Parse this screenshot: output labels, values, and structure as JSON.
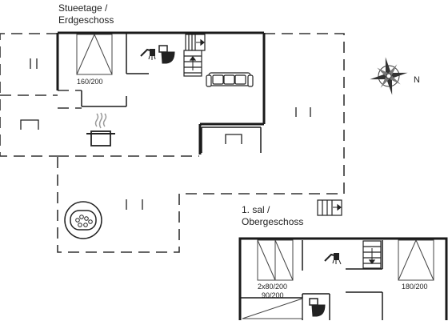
{
  "floors": {
    "ground_label_1": "Stueetage /",
    "ground_label_2": "Erdgeschoss",
    "upper_label_1": "1. sal /",
    "upper_label_2": "Obergeschoss"
  },
  "beds": {
    "ground_bed": "160/200",
    "upper_bed_twin": "2x80/200",
    "upper_bed_single": "90/200",
    "upper_bed_double": "180/200"
  },
  "compass": {
    "north_label": "N"
  },
  "colors": {
    "wall": "#1a1a1a",
    "dashed_outline": "#333333"
  }
}
